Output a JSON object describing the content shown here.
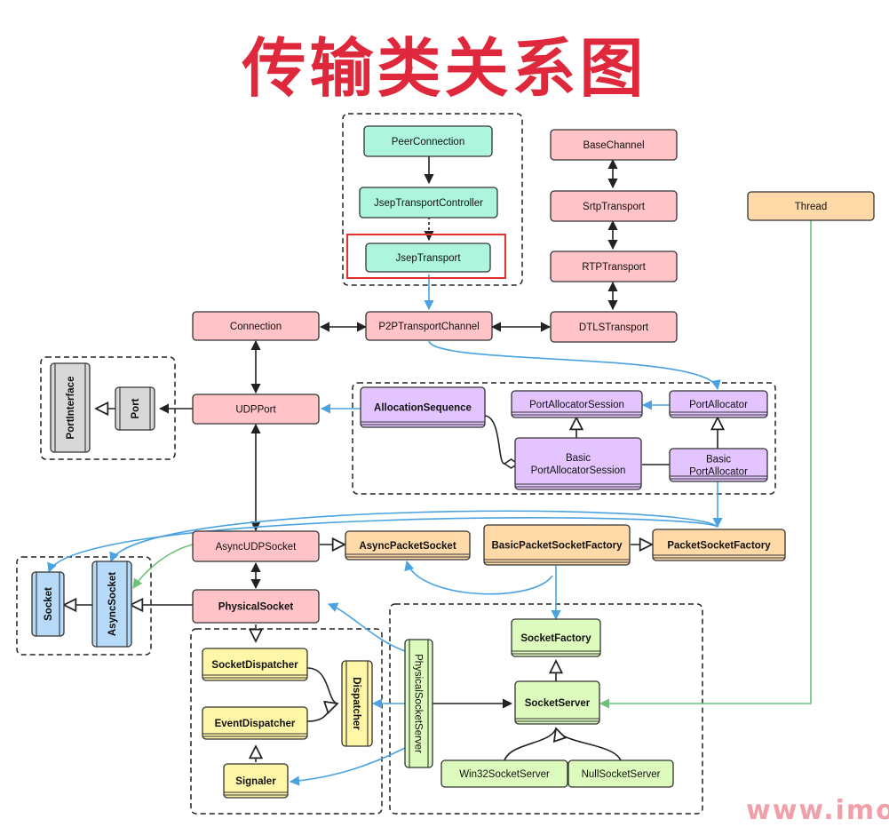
{
  "title": "传输类关系图",
  "watermark": "www.imo",
  "nodes": {
    "peerconnection": "PeerConnection",
    "jseptransportcontroller": "JsepTransportController",
    "jseptransport": "JsepTransport",
    "basechannel": "BaseChannel",
    "srtptransport": "SrtpTransport",
    "rtptransport": "RTPTransport",
    "dtlstransport": "DTLSTransport",
    "thread": "Thread",
    "connection": "Connection",
    "p2ptransportchannel": "P2PTransportChannel",
    "portinterface": "PortInterface",
    "port": "Port",
    "udpport": "UDPPort",
    "allocationsequence": "AllocationSequence",
    "portallocatorsession": "PortAllocatorSession",
    "portallocator": "PortAllocator",
    "basicportallocatorsession_1": "Basic",
    "basicportallocatorsession_2": "PortAllocatorSession",
    "basicportallocator_1": "Basic",
    "basicportallocator_2": "PortAllocator",
    "asyncudpsocket": "AsyncUDPSocket",
    "asyncpacketsocket": "AsyncPacketSocket",
    "basicpacketsocketfactory": "BasicPacketSocketFactory",
    "packetsocketfactory": "PacketSocketFactory",
    "socket": "Socket",
    "asyncsocket": "AsyncSocket",
    "physicalsocket": "PhysicalSocket",
    "socketfactory": "SocketFactory",
    "socketdispatcher": "SocketDispatcher",
    "dispatcher": "Dispatcher",
    "eventdispatcher": "EventDispatcher",
    "signaler": "Signaler",
    "physicalsocketserver": "PhysicalSocketServer",
    "socketserver": "SocketServer",
    "win32socketserver": "Win32SocketServer",
    "nullsocketserver": "NullSocketServer"
  },
  "colors": {
    "title": "#e0283c",
    "green": "#aef5de",
    "pink": "#ffc3c8",
    "orange": "#ffd9a8",
    "purple": "#e3c4ff",
    "gray": "#d8d8d8",
    "blue": "#b6daf7",
    "yellow": "#fff6a8",
    "lightgreen": "#dcfbbc",
    "highlight": "#e53030",
    "blue_link": "#4aa3e0",
    "green_link": "#6cc27a"
  }
}
